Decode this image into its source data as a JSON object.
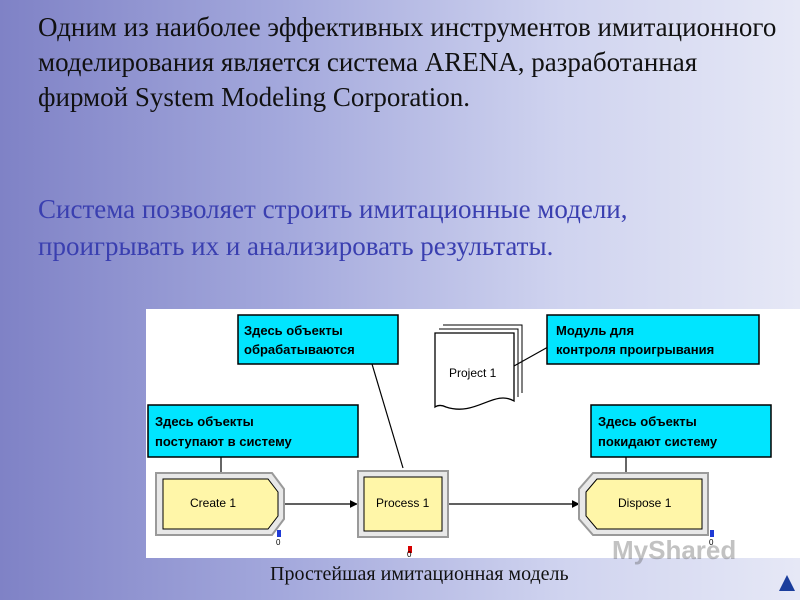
{
  "slide": {
    "paragraph_1": "Одним из наиболее эффективных инструментов имитационного моделирования является система ARENA, разработанная фирмой System Modeling Corporation.",
    "paragraph_2": "Система позволяет строить имитационные модели, проигрывать их и анализировать результаты.",
    "caption": "Простейшая имитационная модель",
    "watermark": "MyShared"
  },
  "diagram": {
    "callouts": {
      "process": [
        "Здесь объекты",
        "обрабатываются"
      ],
      "control": [
        "Модуль для",
        "контроля проигрывания"
      ],
      "create": [
        "Здесь объекты",
        "поступают в систему"
      ],
      "dispose": [
        "Здесь объекты",
        "покидают систему"
      ]
    },
    "modules": {
      "create": "Create 1",
      "process": "Process 1",
      "dispose": "Dispose 1"
    },
    "document": "Project 1",
    "counters": {
      "create": "0",
      "process": "0",
      "dispose": "0"
    },
    "colors": {
      "callout_fill": "#00e5ff",
      "module_fill": "#fff6a8",
      "counter_create": "#1e3ad6",
      "counter_process": "#d60000",
      "counter_dispose": "#1e3ad6"
    }
  }
}
